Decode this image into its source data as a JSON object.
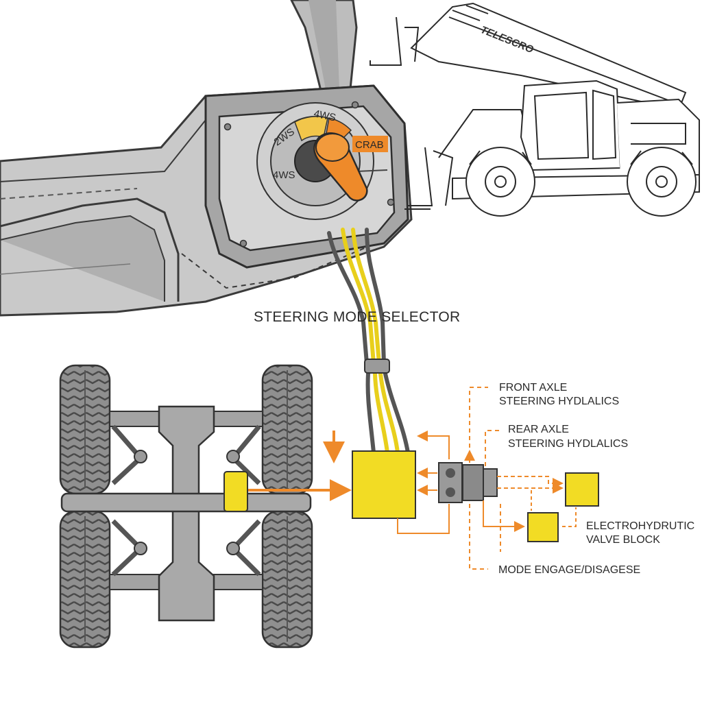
{
  "selector": {
    "title": "STEERING MODE SELECTOR",
    "modes": {
      "two_ws": "2WS",
      "four_ws_top": "4WS",
      "four_ws_left": "4WS",
      "crab": "CRAB"
    }
  },
  "machine": {
    "boom_text": "TELESCRO"
  },
  "callouts": {
    "front_axle": [
      "FRONT AXLE",
      "STEERING HYDLALICS"
    ],
    "rear_axle": [
      "REAR AXLE",
      "STEERING HYDLALICS"
    ],
    "valve_block": [
      "ELECTROHYDRUTIC",
      "VALVE BLOCK"
    ],
    "mode_engage": "MODE ENGAGE/DISAGESE"
  },
  "colors": {
    "accent_orange": "#ee8a2a",
    "accent_yellow": "#f2dc24",
    "panel_gray": "#b5b5b5",
    "outline": "#3a3a3a",
    "tire_gray": "#8d8d8d"
  }
}
